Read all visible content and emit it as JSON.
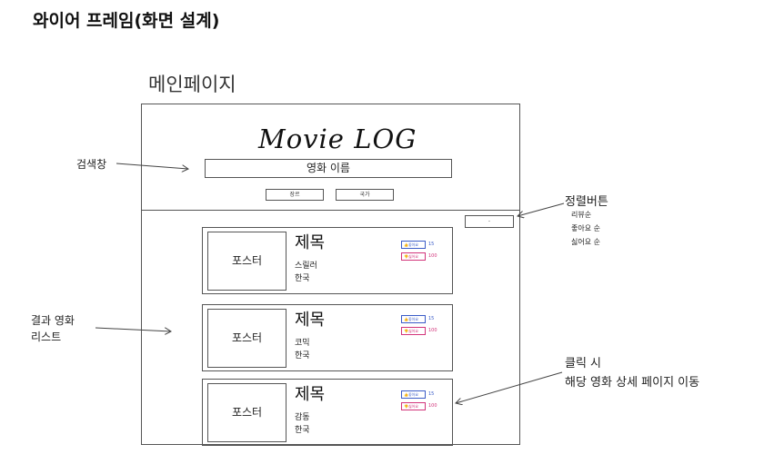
{
  "heading": "와이어 프레임(화면 설계)",
  "page_label": "메인페이지",
  "logo": "Movie LOG",
  "search_box": "영화 이름",
  "buttons": {
    "left": "장르",
    "right": "국가"
  },
  "sort_button": "-",
  "annotations": {
    "search": "검색창",
    "results_line1": "결과 영화",
    "results_line2": "리스트",
    "sort_title": "정렬버튼",
    "sort_options": [
      "리뷰순",
      "좋아요 순",
      "싫어요 순"
    ],
    "click_line1": "클릭 시",
    "click_line2": "해당 영화 상세 페이지 이동"
  },
  "cards": [
    {
      "poster": "포스터",
      "title": "제목",
      "genre": "스릴러",
      "country": "한국",
      "like_label": "좋아요",
      "like_count": "15",
      "dislike_label": "싫어요",
      "dislike_count": "100"
    },
    {
      "poster": "포스터",
      "title": "제목",
      "genre": "코믹",
      "country": "한국",
      "like_label": "좋아요",
      "like_count": "15",
      "dislike_label": "싫어요",
      "dislike_count": "100"
    },
    {
      "poster": "포스터",
      "title": "제목",
      "genre": "감동",
      "country": "한국",
      "like_label": "좋아요",
      "like_count": "15",
      "dislike_label": "싫어요",
      "dislike_count": "100"
    }
  ],
  "colors": {
    "like": "#3a5bc7",
    "dislike": "#d2337a"
  }
}
